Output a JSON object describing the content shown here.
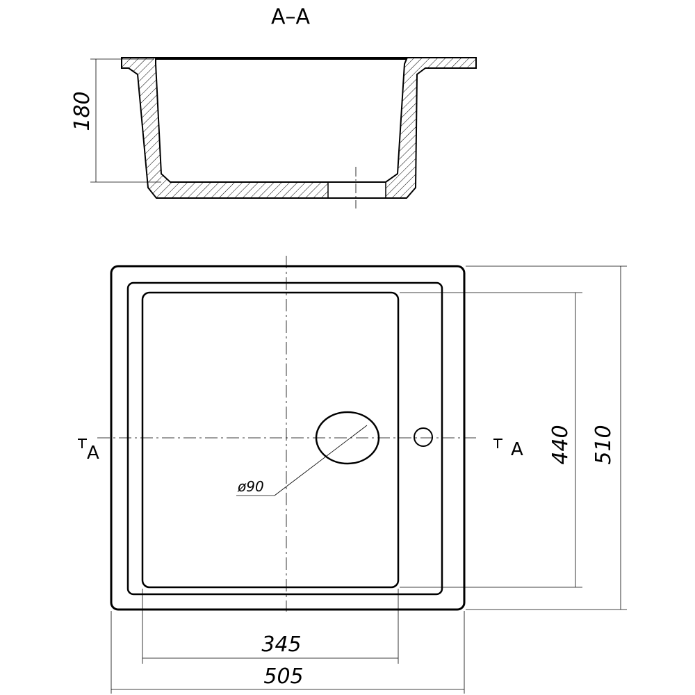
{
  "section_title": "A–A",
  "section_marker_left": "A",
  "section_marker_right": "A",
  "dimensions": {
    "depth": "180",
    "overall_width": "505",
    "bowl_width": "345",
    "overall_height": "510",
    "inner_height": "440",
    "drain_diameter": "ø90"
  },
  "colors": {
    "line": "#000000",
    "background": "#ffffff"
  }
}
